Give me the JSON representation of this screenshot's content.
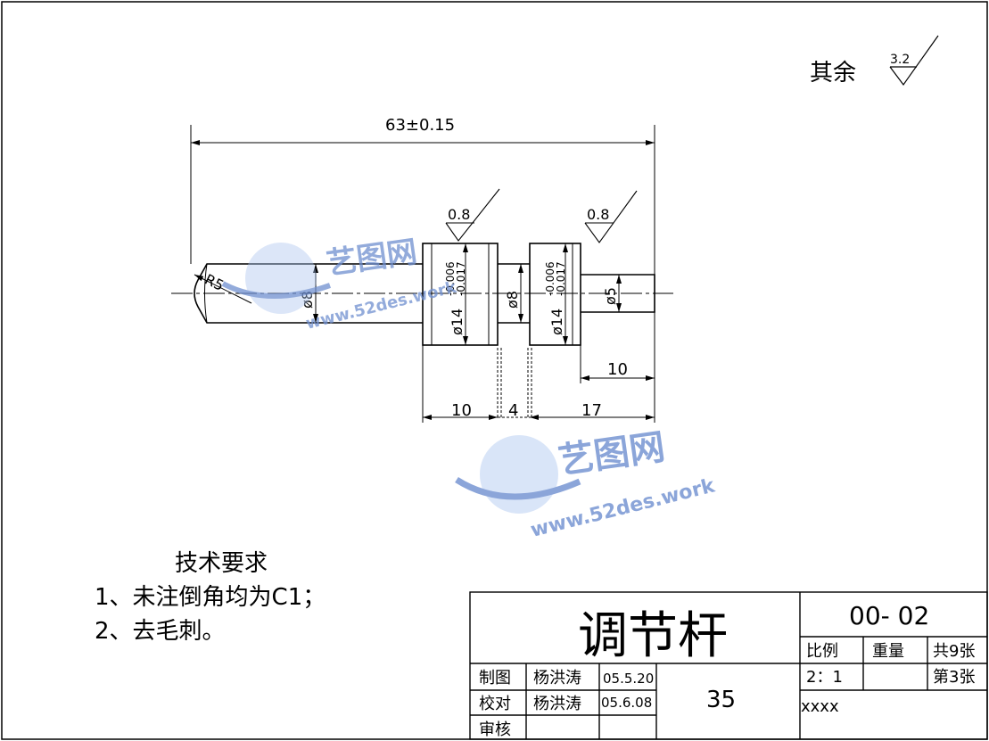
{
  "surface_note": {
    "label": "其余",
    "roughness": "3.2"
  },
  "dimensions": {
    "overall_length": "63±0.15",
    "roughness_left": "0.8",
    "roughness_right": "0.8",
    "radius": "R5",
    "dia_left_shaft": "ø8",
    "dia_collar_left": "ø14",
    "dia_collar_left_tol_upper": "-0.006",
    "dia_collar_left_tol_lower": "-0.017",
    "dia_middle": "ø8",
    "dia_collar_right": "ø14",
    "dia_collar_right_tol_upper": "-0.006",
    "dia_collar_right_tol_lower": "-0.017",
    "dia_right_end": "ø5",
    "len_right_end": "10",
    "len_left_collar": "10",
    "len_gap": "4",
    "len_right_part": "17"
  },
  "watermark": {
    "brand": "艺图网",
    "url": "www.52des.work"
  },
  "tech_requirements": {
    "title": "技术要求",
    "item1": "1、未注倒角均为C1；",
    "item2": "2、去毛刺。"
  },
  "title_block": {
    "part_name": "调节杆",
    "drawing_no": "00- 02",
    "scale_label": "比例",
    "scale_value": "2：1",
    "weight_label": "重量",
    "weight_value": "",
    "sheets_total": "共9张",
    "sheet_no": "第3张",
    "drawn_label": "制图",
    "drawn_by": "杨洪涛",
    "drawn_date": "05.5.20",
    "checked_label": "校对",
    "checked_by": "杨洪涛",
    "checked_date": "05.6.08",
    "approved_label": "审核",
    "material_code": "35",
    "org": "xxxx"
  },
  "colors": {
    "line": "#000000",
    "watermark": "#6f8fd0",
    "watermark_light": "#a9c2ee"
  }
}
